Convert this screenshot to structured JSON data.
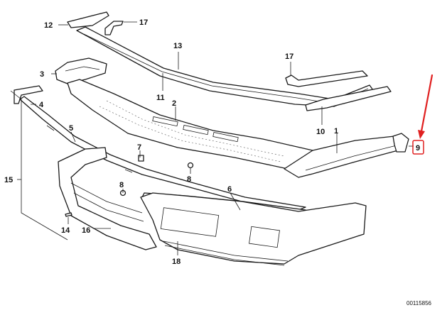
{
  "diagram": {
    "callouts": {
      "c1": "1",
      "c2": "2",
      "c3": "3",
      "c4": "4",
      "c5": "5",
      "c6": "6",
      "c7": "7",
      "c8a": "8",
      "c8b": "8",
      "c9": "9",
      "c10": "10",
      "c11": "11",
      "c12": "12",
      "c13": "13",
      "c14": "14",
      "c15": "15",
      "c16": "16",
      "c17a": "17",
      "c17b": "17",
      "c18": "18"
    },
    "diagram_code": "00115856",
    "highlight_color": "#e02020"
  }
}
